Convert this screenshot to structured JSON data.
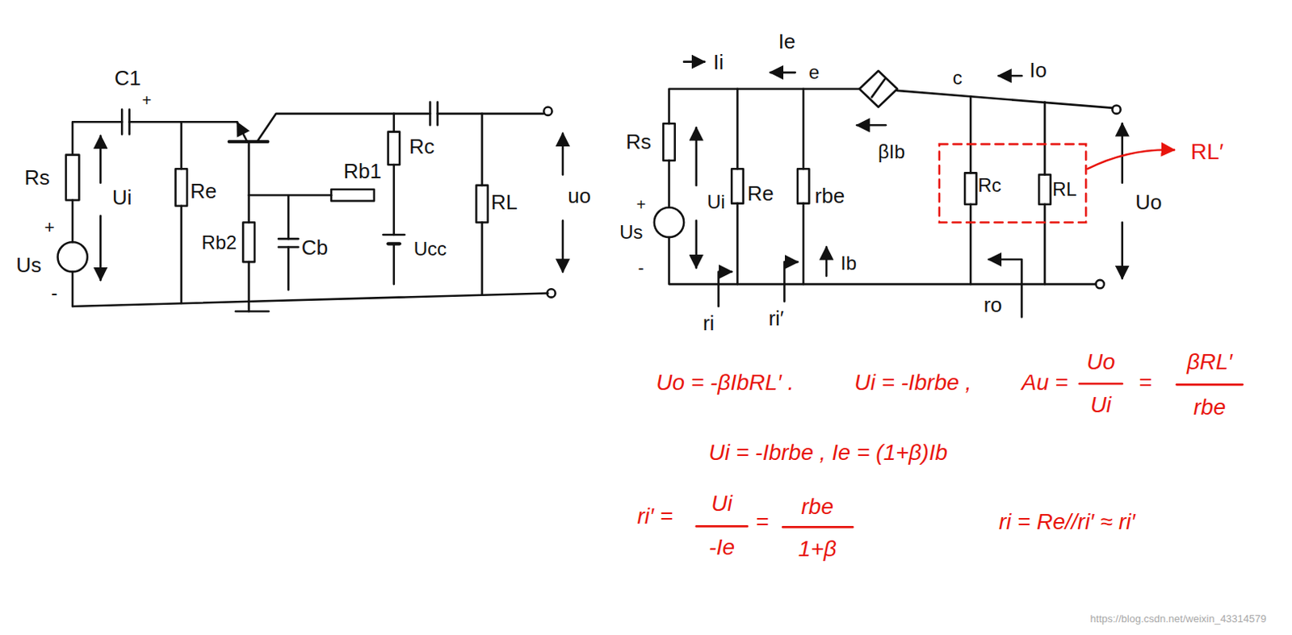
{
  "diagram": {
    "labels": [
      "C1",
      "+",
      "Rs",
      "Ui",
      "Us",
      "+",
      "-",
      "Re",
      "Rb2",
      "Cb",
      "Rb1",
      "Rc",
      "Ucc",
      "RL",
      "uo",
      "Ii",
      "Ie",
      "e",
      "c",
      "Io",
      "βIb",
      "Rs",
      "Ui",
      "Us",
      "+",
      "-",
      "Re",
      "rbe",
      "Ib",
      "Rc",
      "RL",
      "RL′",
      "Uo",
      "ri",
      "ri′",
      "ro",
      "Uo = -βIbRL′ .",
      "Ui = -Ibrbe ,",
      "Au =",
      "Uo",
      "Ui",
      "=",
      "βRL′",
      "rbe",
      "Ui = -Ibrbe , Ie = (1+β)Ib",
      "ri′ =",
      "Ui",
      "-Ie",
      "=",
      "rbe",
      "1+β",
      "ri = Re//ri′ ≈ ri′",
      "https://blog.csdn.net/weixin_43314579"
    ]
  }
}
